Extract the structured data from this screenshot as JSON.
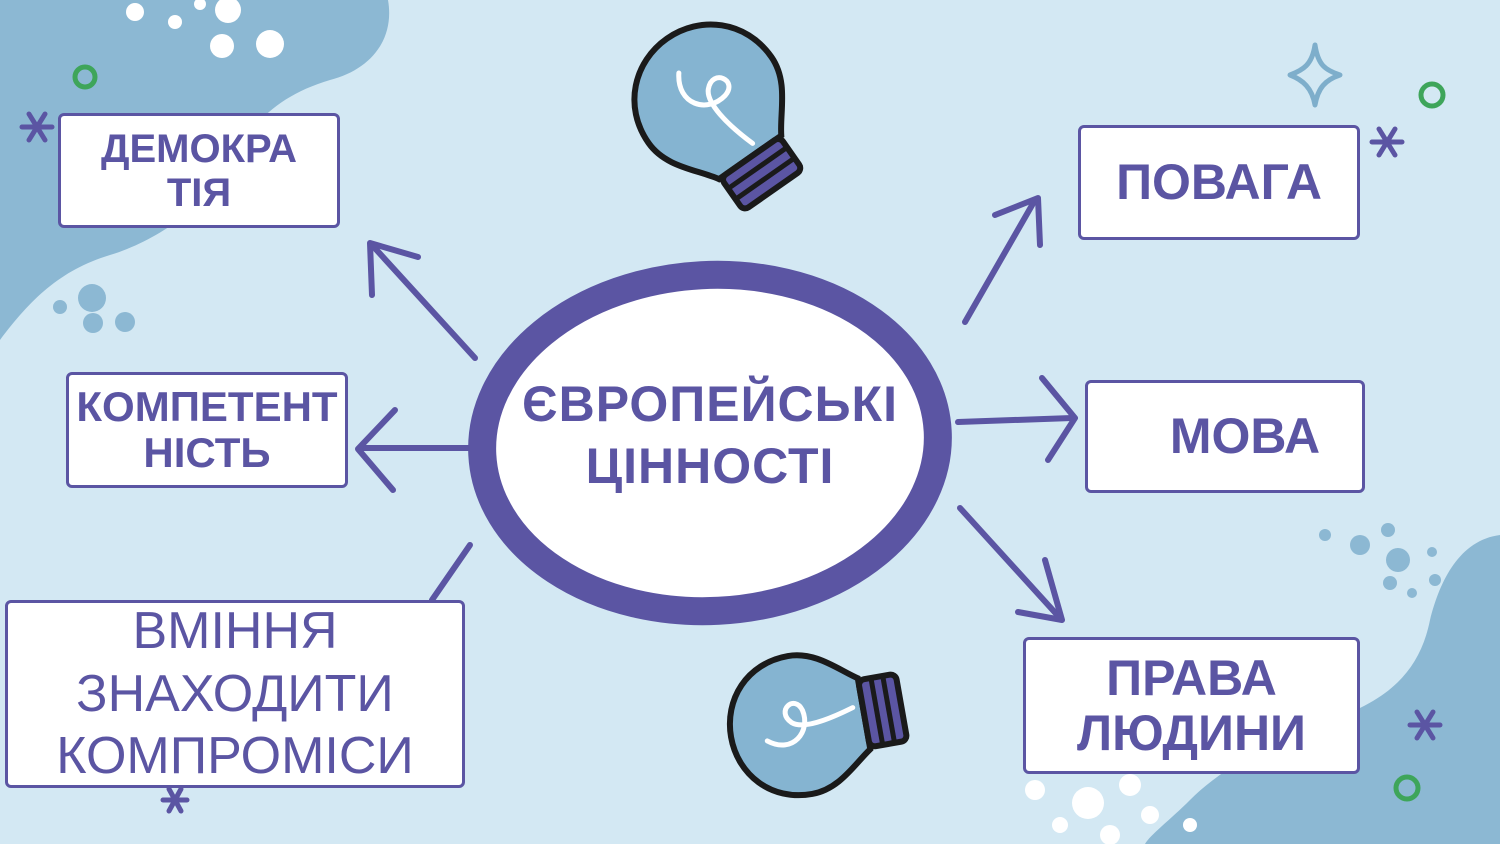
{
  "center": {
    "line1": "ЄВРОПЕЙСЬКІ",
    "line2": "ЦІННОСТІ"
  },
  "nodes": {
    "democracy": {
      "line1": "ДЕМОКРА",
      "line2": "ТІЯ"
    },
    "competence": {
      "line1": "КОМПЕТЕНТ",
      "line2": "НІСТЬ"
    },
    "compromise": {
      "line1": "ВМІННЯ",
      "line2": "ЗНАХОДИТИ",
      "line3": "КОМПРОМІСИ"
    },
    "respect": {
      "line1": "ПОВАГА"
    },
    "language": {
      "line1": "МОВА"
    },
    "human_rights": {
      "line1": "ПРАВА",
      "line2": "ЛЮДИНИ"
    }
  },
  "colors": {
    "background": "#d3e8f3",
    "accent": "#5b55a3",
    "blob": "#8cb8d3",
    "bulb": "#85b4d1",
    "green": "#3ea55a",
    "box_fill": "#ffffff"
  },
  "icons": [
    "lightbulb-icon",
    "sparkle-icon",
    "asterisk-icon",
    "ring-icon"
  ]
}
